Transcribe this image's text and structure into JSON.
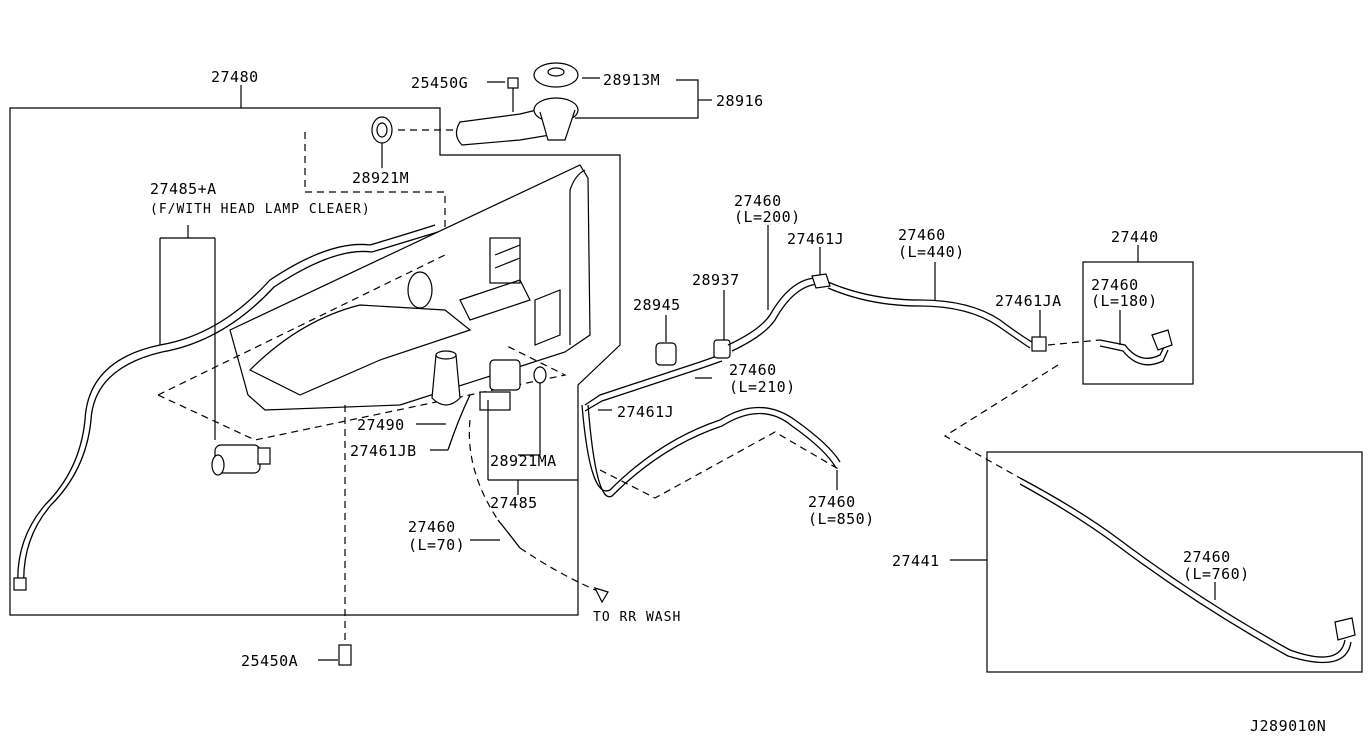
{
  "diagram_code": "J289010N",
  "parts": {
    "p27480": "27480",
    "p25450G": "25450G",
    "p28913M": "28913M",
    "p28916": "28916",
    "p28921M": "28921M",
    "p27485A": "27485+A",
    "p27485A_note": "(F/WITH HEAD LAMP CLEAER)",
    "p27490": "27490",
    "p27461JB": "27461JB",
    "p28921MA": "28921MA",
    "p27485": "27485",
    "p27460_70": "27460",
    "p27460_70_len": "(L=70)",
    "to_rr_wash": "TO RR WASH",
    "p25450A": "25450A",
    "p27460_200": "27460",
    "p27460_200_len": "(L=200)",
    "p27461J_top": "27461J",
    "p27460_440": "27460",
    "p27460_440_len": "(L=440)",
    "p28937": "28937",
    "p28945": "28945",
    "p27460_210": "27460",
    "p27460_210_len": "(L=210)",
    "p27461J_mid": "27461J",
    "p27460_850": "27460",
    "p27460_850_len": "(L=850)",
    "p27461JA": "27461JA",
    "p27440": "27440",
    "p27460_180": "27460",
    "p27460_180_len": "(L=180)",
    "p27441": "27441",
    "p27460_760": "27460",
    "p27460_760_len": "(L=760)"
  }
}
